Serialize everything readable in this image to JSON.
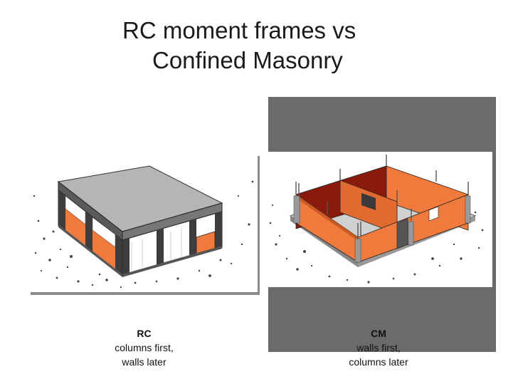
{
  "slide": {
    "title_line1": "RC moment frames vs",
    "title_line2": "Confined Masonry"
  },
  "rc": {
    "label": "RC",
    "line1": "columns first,",
    "line2": "walls later"
  },
  "cm": {
    "label": "CM",
    "line1": "walls first,",
    "line2": "columns later"
  },
  "colors": {
    "brick": "#f07a3c",
    "brick_dark": "#8a1a0c",
    "concrete": "#9a9a9a",
    "background_block": "#6b6b6b"
  }
}
